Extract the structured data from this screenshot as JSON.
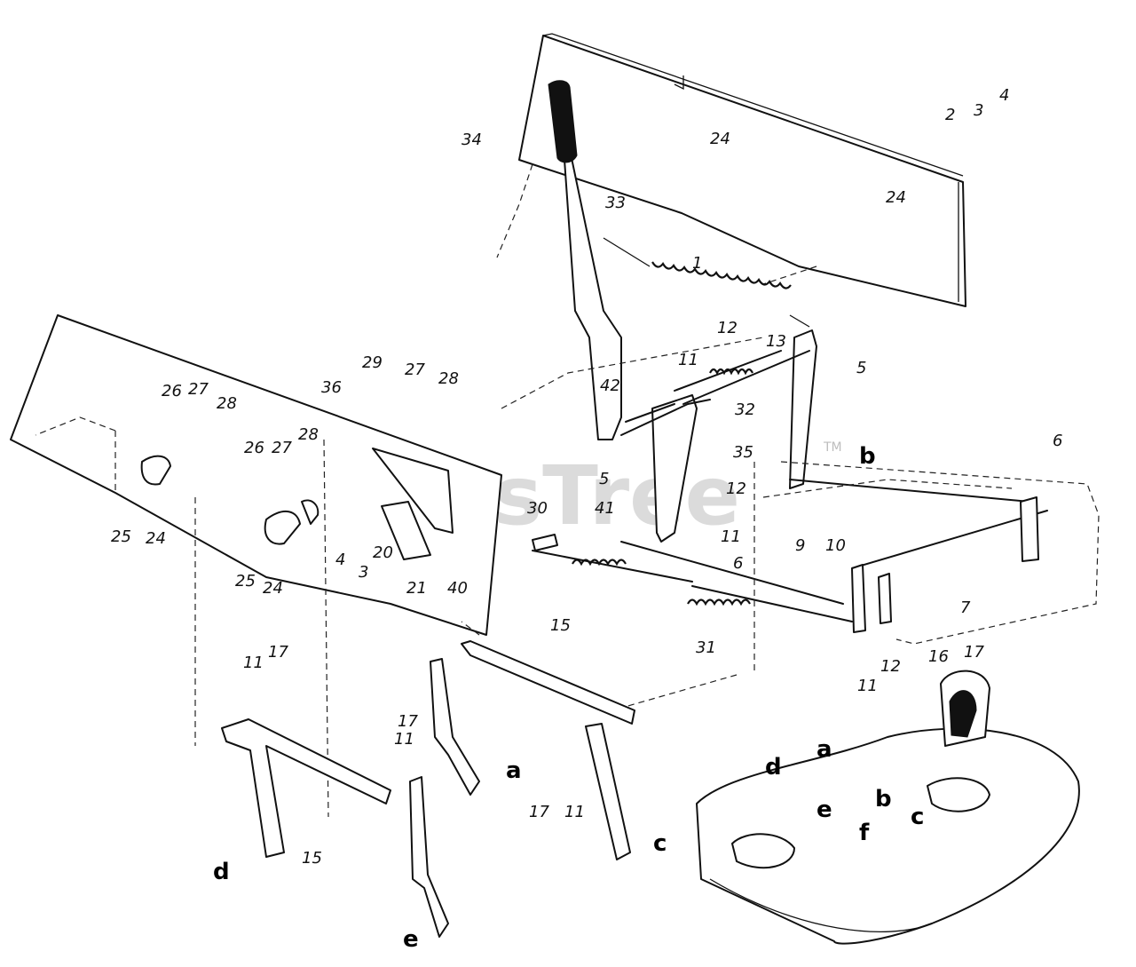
{
  "watermark": {
    "text": "PartsTree",
    "mark": "TM"
  },
  "labels": {
    "p1": "1",
    "p2a": "2",
    "p3a": "3",
    "p4a": "4",
    "p24a": "24",
    "p24b": "24",
    "p33": "33",
    "p34": "34",
    "p12a": "12",
    "p11a": "11",
    "p13": "13",
    "p5a": "5",
    "p42": "42",
    "p32": "32",
    "p35": "35",
    "p5b": "5",
    "p12b": "12",
    "p11b": "11",
    "p6a": "6",
    "p6b": "6",
    "p7": "7",
    "p41": "41",
    "p30": "30",
    "p9": "9",
    "p10": "10",
    "p16": "16",
    "p17a": "17",
    "p31": "31",
    "p29": "29",
    "p27a": "27",
    "p28a": "28",
    "p36": "36",
    "p26a": "26",
    "p27b": "27",
    "p28b": "28",
    "p26b": "26",
    "p27c": "27",
    "p28c": "28",
    "p25a": "25",
    "p24c": "24",
    "p25b": "25",
    "p24d": "24",
    "p4b": "4",
    "p3b": "3",
    "p20": "20",
    "p21": "21",
    "p40": "40",
    "p15a": "15",
    "p15b": "15",
    "p11c": "11",
    "p17b": "17",
    "p17c": "17",
    "p11d": "11",
    "p17d": "17",
    "p11e": "11",
    "p11f": "11",
    "p12c": "12",
    "la1": "a",
    "la2": "a",
    "lb1": "b",
    "lb2": "b",
    "lc1": "c",
    "lc2": "c",
    "ld1": "d",
    "ld2": "d",
    "le1": "e",
    "le2": "e",
    "lf": "f"
  }
}
